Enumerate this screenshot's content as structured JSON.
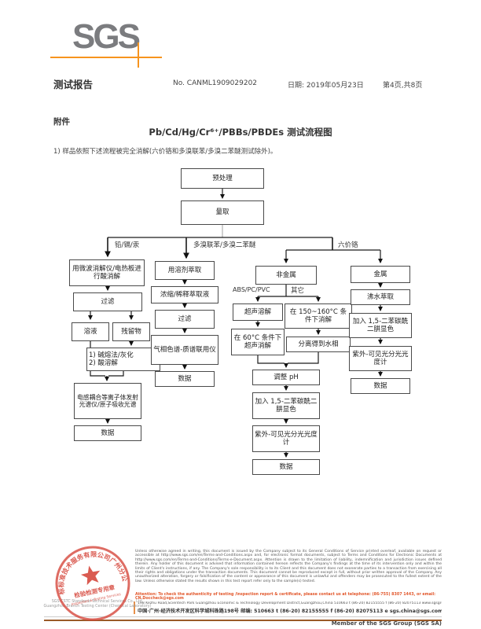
{
  "colors": {
    "accent_orange": "#f7941e",
    "logo_gray": "#7b7c7f",
    "stamp_red": "#d5453a"
  },
  "header": {
    "logo": "SGS",
    "report_title": "测试报告",
    "report_no": "No. CANML1909029202",
    "date_label": "日期: 2019年05月23日",
    "page_label": "第4页,共8页"
  },
  "attachment": {
    "label": "附件",
    "title": "Pb/Cd/Hg/Cr⁶⁺/PBBs/PBDEs 测试流程图",
    "note": "1) 样品依照下述流程被完全消解(六价铬和多溴联苯/多溴二苯醚测试除外)。"
  },
  "flowchart": {
    "branch_labels": {
      "left": "铅/镉/汞",
      "middle": "多溴联苯/多溴二苯醚",
      "right": "六价铬",
      "abs": "ABS/PC/PVC",
      "other": "其它"
    },
    "nodes": {
      "pretreat": "预处理",
      "measure": "量取",
      "digest": "用微波消解仪/电热板进行酸消解",
      "filter1": "过滤",
      "solution": "溶液",
      "residue": "残留物",
      "alkali": "1) 碱熔法/灰化\n2) 酸溶解",
      "icp": "电感耦合等离子体发射光谱仪/原子吸收光谱",
      "data1": "数据",
      "extract": "用溶剂萃取",
      "concentrate": "浓缩/稀释萃取液",
      "filter2": "过滤",
      "gcms": "气相色谱-质谱联用仪",
      "data2": "数据",
      "nonmetal": "非金属",
      "metal": "金属",
      "ultrasonic": "超声溶解",
      "ultra60": "在 60°C 条件下超声消解",
      "digest150": "在 150~160°C 条件下消解",
      "separate": "分离得到水相",
      "ph": "调整 pH",
      "color1": "加入 1,5-二苯碳酰二肼显色",
      "uv1": "紫外-可见光分光光度计",
      "data3": "数据",
      "boiling": "沸水萃取",
      "color2": "加入 1,5-二苯碳酰二肼显色",
      "uv2": "紫外-可见光分光光度计",
      "data4": "数据"
    }
  },
  "footer": {
    "disclaimer": "Unless otherwise agreed in writing, this document is issued by the Company subject to its General Conditions of Service printed overleaf, available on request or accessible at http://www.sgs.com/en/Terms-and-Conditions.aspx and, for electronic format documents, subject to Terms and Conditions for Electronic Documents at http://www.sgs.com/en/Terms-and-Conditions/Terms-e-Document.aspx. Attention is drawn to the limitation of liability, indemnification and jurisdiction issues defined therein. Any holder of this document is advised that information contained hereon reflects the Company's findings at the time of its intervention only and within the limits of Client's instructions, if any. The Company's sole responsibility is to its Client and this document does not exonerate parties to a transaction from exercising all their rights and obligations under the transaction documents. This document cannot be reproduced except in full, without prior written approval of the Company. Any unauthorized alteration, forgery or falsification of the content or appearance of this document is unlawful and offenders may be prosecuted to the fullest extent of the law. Unless otherwise stated the results shown in this test report refer only to the sample(s) tested.",
    "attention": "Attention: To check the authenticity of testing /inspection report & certificate, please contact us at telephone: (86-755) 8307 1443, or email: CN.Doccheck@sgs.com",
    "addr_row1": "198 Kezhu Road,Scientech Park Guangzhou Economic & Technology Development District,Guangzhou,China 510663    t (86-20) 82155555    f (86-20) 82075113    www.sgsgroup.com.cn",
    "addr_row2": "中国·广州·经济技术开发区科学城科珠路198号    邮编: 510663    t (86-20) 82155555    f (86-20) 82075113    e sgs.china@sgs.com",
    "member": "Member of the SGS Group (SGS SA)",
    "stamp": {
      "ring_text": "通标标准技术服务有限公司广州分公司",
      "title": "检验检测专用章",
      "subtitle": "Inspection & Testing Services"
    },
    "company_line1": "SGS-CSTC Standards Technical Services Co., Ltd.",
    "company_line2": "Guangzhou Branch Testing Center (Chemical Laboratory)"
  }
}
